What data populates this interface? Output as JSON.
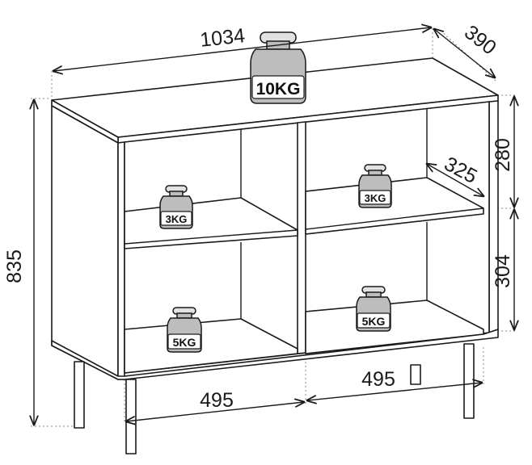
{
  "dimensions": {
    "width": "1034",
    "depth": "390",
    "height": "835",
    "compartment_height_upper": "280",
    "compartment_height_lower": "304",
    "inner_depth": "325",
    "compartment_width_left": "495",
    "compartment_width_right": "495"
  },
  "weights": {
    "top": "10KG",
    "upper_left": "3KG",
    "upper_right": "3KG",
    "lower_left": "5KG",
    "lower_right": "5KG"
  },
  "colors": {
    "line": "#1a1a1a",
    "weight_fill": "#bdbdbd",
    "background": "#ffffff"
  },
  "icons": [
    "weight-icon",
    "dimension-arrow-icon"
  ]
}
